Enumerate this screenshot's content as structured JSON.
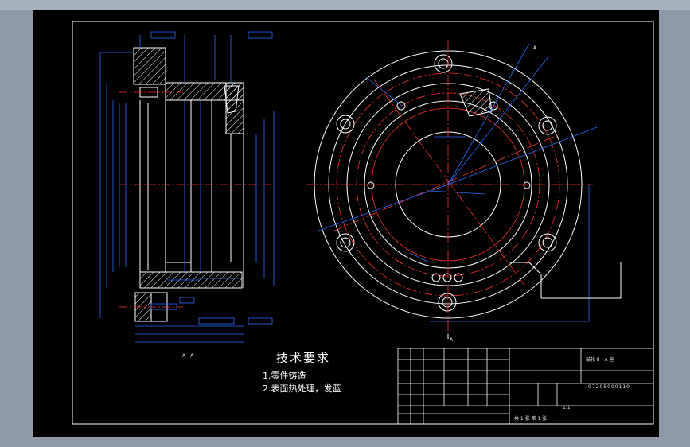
{
  "technical_requirements": {
    "title": "技术要求",
    "items": [
      "1.零件铸造",
      "2.表面热处理，发蓝"
    ]
  },
  "section_label": "A—A",
  "view_labels": {
    "cut_a": "A",
    "cut_a2": "A"
  },
  "title_block": {
    "drawing_title": "鼓轮 II—A 座",
    "drawing_number": "07205000110",
    "scale": "1:1",
    "sheet": "共 1 张 第 1 张"
  },
  "colors": {
    "background": "#000000",
    "outline": "#ffffff",
    "dimension": "#2a6dff",
    "centerline": "#ff3030",
    "hatch": "#ffffff",
    "frame_border": "#8f9aa8"
  }
}
